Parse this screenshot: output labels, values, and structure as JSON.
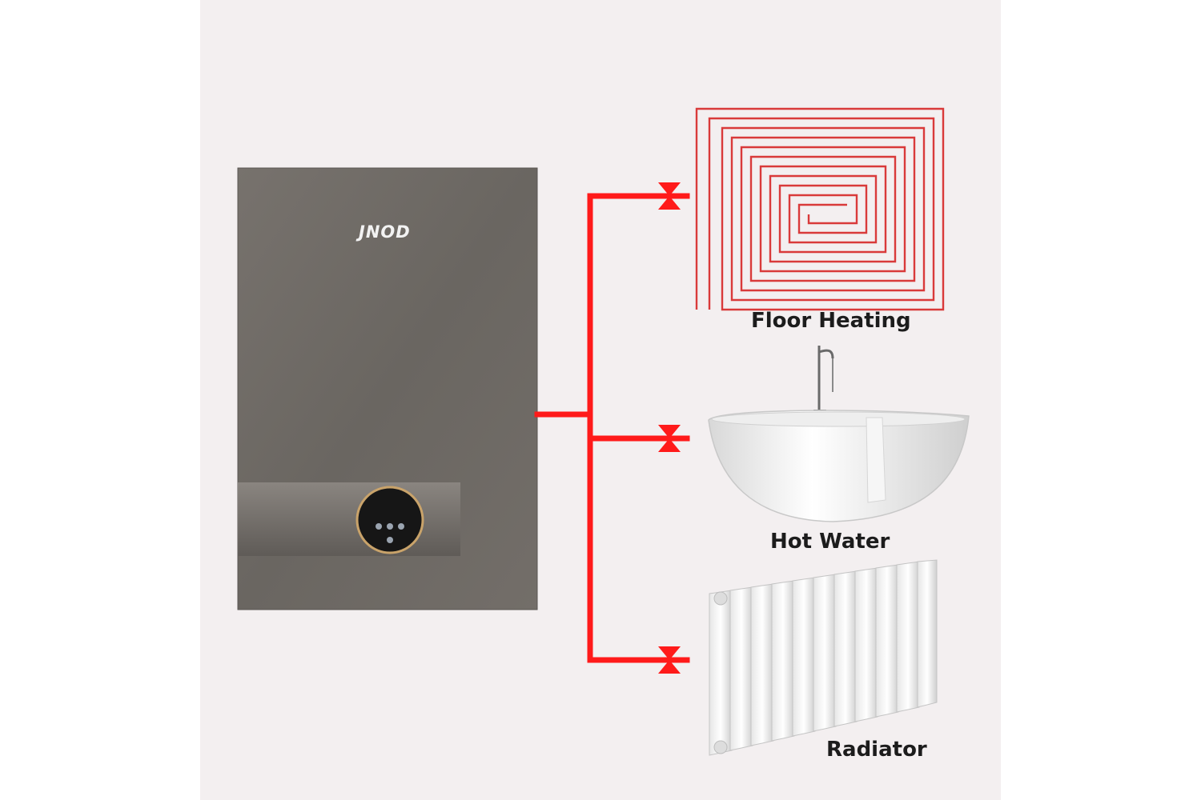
{
  "brand": "JNOD",
  "outputs": [
    {
      "label": "Floor Heating",
      "icon": "floor-heating-coil-icon"
    },
    {
      "label": "Hot Water",
      "icon": "bathtub-icon"
    },
    {
      "label": "Radiator",
      "icon": "radiator-icon"
    }
  ],
  "colors": {
    "pipe": "#ff1a1a",
    "coil": "#d93a3a",
    "boiler": "#6f6b67",
    "background": "#f3eff0"
  }
}
